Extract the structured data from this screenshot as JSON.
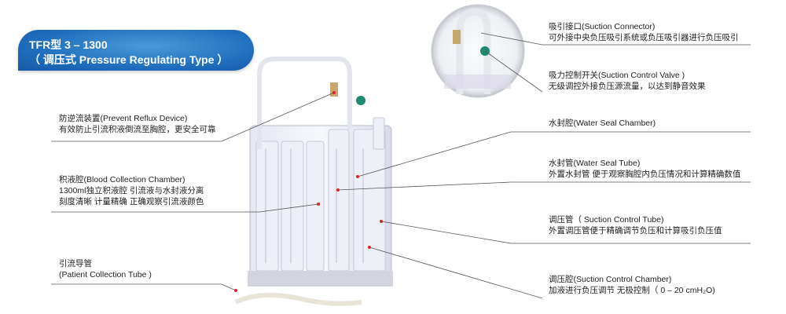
{
  "header": {
    "model": "TFR型 3 – 1300",
    "type": "（ 调压式  Pressure Regulating Type ）"
  },
  "callouts": {
    "suction_connector": {
      "title": "吸引接口(Suction Connector)",
      "desc": "可外接中央负压吸引系统或负压吸引器进行负压吸引"
    },
    "suction_valve": {
      "title": "吸力控制开关(Suction Control Valve )",
      "desc": "无级调控外接负压源流量，以达到静音效果"
    },
    "water_seal_chamber": {
      "title": "水封腔(Water Seal Chamber)"
    },
    "water_seal_tube": {
      "title": "水封管(Water Seal Tube)",
      "desc": "外置水封管 便于观察胸腔内负压情况和计算精确数值"
    },
    "suction_control_tube": {
      "title": "调压管（ Suction Control Tube)",
      "desc": "外置调压管便于精确调节负压和计算吸引负压值"
    },
    "suction_control_chamber": {
      "title": "调压腔(Suction Control Chamber)",
      "desc": "加液进行负压调节   无极控制（ 0 – 20 cmH₂O)"
    },
    "reflux_device": {
      "title": "防逆流装置(Prevent Reflux Device)",
      "desc": "有效防止引流积液倒流至胸腔，更安全可靠"
    },
    "blood_chamber": {
      "title": "积液腔(Blood Collection Chamber)",
      "desc1": "1300ml独立积液腔 引流液与水封液分离",
      "desc2": "刻度清晰 计量精确 正确观察引流液颜色"
    },
    "patient_tube": {
      "title": "引流导管",
      "desc": "(Patient Collection Tube )"
    }
  },
  "colors": {
    "badge": "#1f6fbe",
    "marker": "#e0202a",
    "line": "#555555"
  }
}
